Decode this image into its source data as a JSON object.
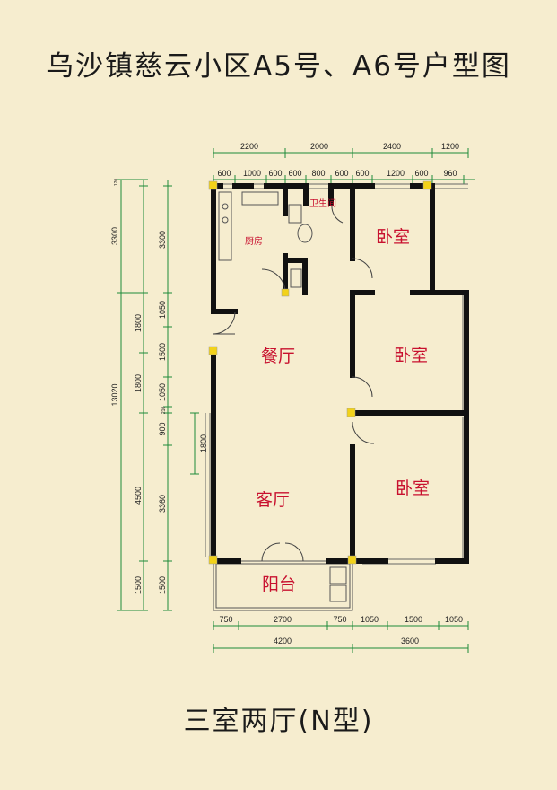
{
  "title": "乌沙镇慈云小区A5号、A6号户型图",
  "subtitle": "三室两厅(N型)",
  "colors": {
    "background": "#f6edcf",
    "wall": "#111111",
    "room_label": "#c8102e",
    "dimension_line": "#1e8a3a",
    "column": "#f2d21a"
  },
  "rooms": {
    "kitchen": "厨房",
    "bathroom": "卫生间",
    "bedroom_1": "卧室",
    "bedroom_2": "卧室",
    "bedroom_3": "卧室",
    "dining": "餐厅",
    "living": "客厅",
    "balcony": "阳台"
  },
  "dims": {
    "top_outer": [
      "2200",
      "2000",
      "2400",
      "1200"
    ],
    "top_inner": [
      "600",
      "1000",
      "600",
      "600",
      "800",
      "600",
      "600",
      "1200",
      "600",
      "960"
    ],
    "left_outer": [
      "120",
      "3300",
      "1800",
      "1800",
      "4500",
      "1500"
    ],
    "left_total": "13020",
    "left_inner": [
      "3300",
      "1050",
      "1500",
      "1050",
      "210",
      "900",
      "3360",
      "1500"
    ],
    "window_side": "1800",
    "bottom_inner": [
      "750",
      "2700",
      "750",
      "1050",
      "1500",
      "1050"
    ],
    "bottom_outer": [
      "4200",
      "3600"
    ]
  }
}
